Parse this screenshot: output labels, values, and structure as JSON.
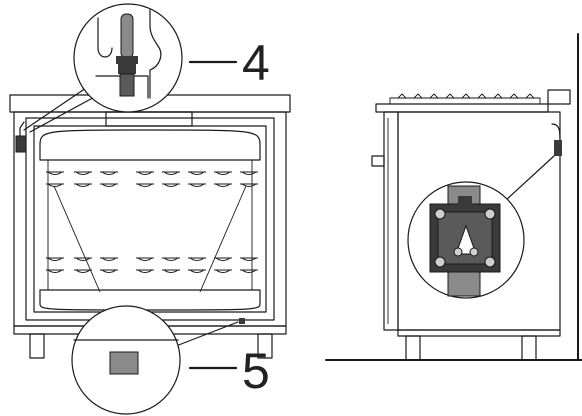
{
  "figure": {
    "callouts": [
      {
        "id": "4",
        "label": "4"
      },
      {
        "id": "5",
        "label": "5"
      }
    ],
    "palette": {
      "line": "#1a1a1a",
      "dark_fill": "#3a3a3a",
      "mid_fill": "#8a8a8a",
      "light_fill": "#cfcfcf",
      "background": "#ffffff"
    }
  }
}
